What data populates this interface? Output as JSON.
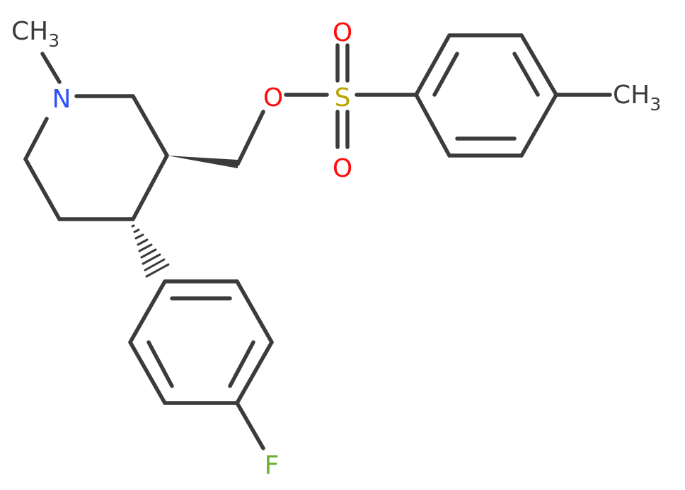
{
  "atoms": {
    "n1": {
      "text": "N",
      "color": "#3050F8"
    },
    "o_ester": {
      "text": "O",
      "color": "#FF0D0D"
    },
    "s1": {
      "text": "S",
      "color": "#B8A500"
    },
    "o_top": {
      "text": "O",
      "color": "#FF0D0D"
    },
    "o_bottom": {
      "text": "O",
      "color": "#FF0D0D"
    },
    "f1": {
      "text": "F",
      "color": "#6BB233"
    },
    "ch3_left": {
      "main": "CH",
      "sub": "3",
      "color": "#3b3b3b"
    },
    "ch3_right": {
      "main": "CH",
      "sub": "3",
      "color": "#3b3b3b"
    }
  },
  "colors": {
    "bond": "#3b3b3b",
    "background": "#ffffff"
  }
}
